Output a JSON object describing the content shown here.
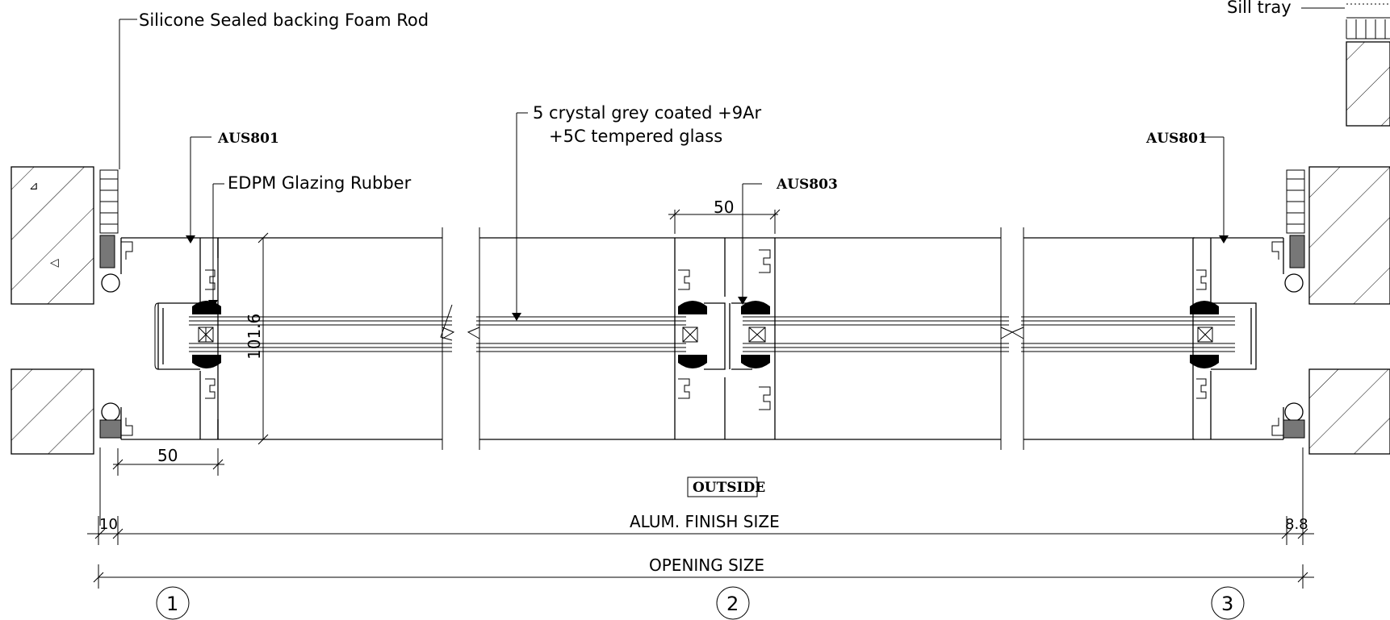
{
  "labels": {
    "foam_rod": "Silicone Sealed backing Foam Rod",
    "sill_tray": "Sill tray",
    "glass_line1": "5 crystal grey coated +9Ar",
    "glass_line2": "+5C tempered glass",
    "profile_left": "AUS801",
    "profile_right": "AUS801",
    "profile_mid": "AUS803",
    "glazing_rubber": "EDPM Glazing Rubber",
    "outside": "OUTSIDE"
  },
  "dimensions": {
    "left_frame": "50",
    "mullion": "50",
    "depth": "101.6",
    "left_gap": "10",
    "right_gap": "8.8",
    "alum_finish": "ALUM. FINISH SIZE",
    "opening": "OPENING SIZE"
  },
  "grid": {
    "g1": "1",
    "g2": "2",
    "g3": "3"
  }
}
